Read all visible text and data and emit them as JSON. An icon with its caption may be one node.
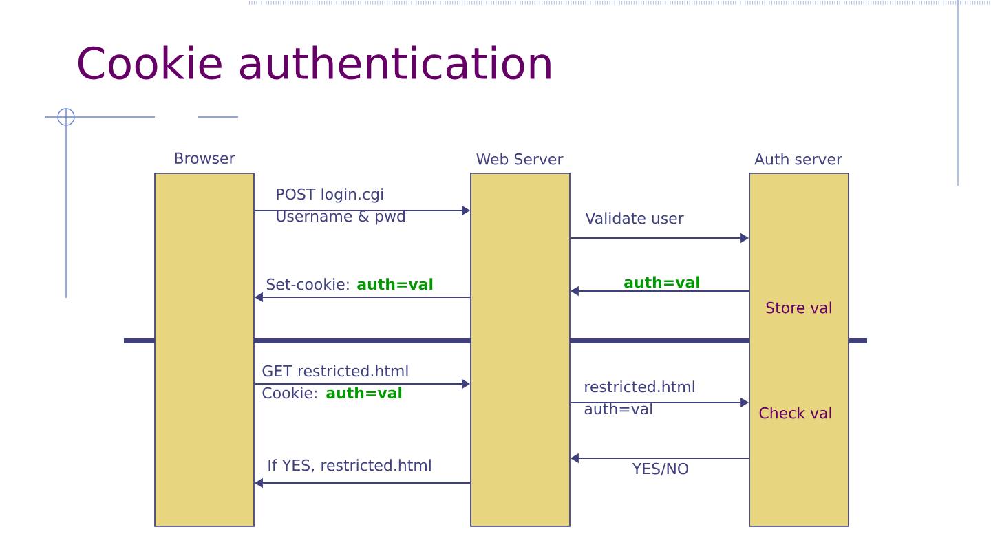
{
  "diagram": {
    "title": "Cookie authentication",
    "nodes": [
      {
        "text": [
          "Browser"
        ]
      },
      {
        "text": [
          "Web Server"
        ]
      },
      {
        "text": [
          "Auth server",
          "Store val",
          "Check val"
        ]
      }
    ],
    "edges": [
      {
        "from": 0,
        "to": 1,
        "arrow": "to",
        "label": "POST login.cgi Username & pwd"
      },
      {
        "from": 1,
        "to": 2,
        "arrow": "to",
        "label": "Validate user"
      },
      {
        "from": 2,
        "to": 1,
        "arrow": "to",
        "label": "auth=val"
      },
      {
        "from": 1,
        "to": 0,
        "arrow": "to",
        "label": "Set-cookie: **auth=val**"
      },
      {
        "from": 0,
        "to": 1,
        "arrow": "to",
        "label": "GET restricted.html Cookie:  **auth=val**"
      },
      {
        "from": 1,
        "to": 2,
        "arrow": "to",
        "label": "restricted.html auth=val"
      },
      {
        "from": 2,
        "to": 1,
        "arrow": "to",
        "label": "YES/NO"
      },
      {
        "from": 1,
        "to": 0,
        "arrow": "to",
        "label": "If YES, restricted.html"
      }
    ]
  }
}
